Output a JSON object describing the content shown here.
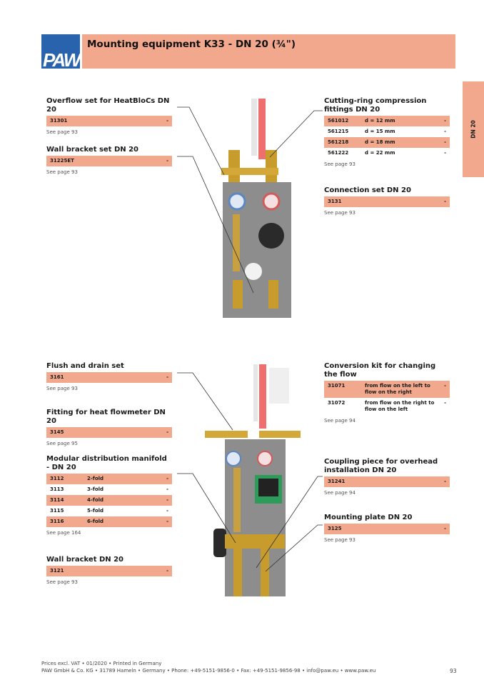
{
  "header": {
    "logo_text": "PAW",
    "title": "Mounting equipment K33 - DN 20 (¾\")",
    "side_tab": "DN 20"
  },
  "colors": {
    "accent": "#f2a88d",
    "logo_blue": "#2a63ad"
  },
  "sections": {
    "overflow": {
      "title": "Overflow set for HeatBloCs DN 20",
      "rows": [
        {
          "code": "31301",
          "desc": "",
          "price": "-"
        }
      ],
      "see": "See page 93"
    },
    "wall_bracket_set": {
      "title": "Wall bracket set DN 20",
      "rows": [
        {
          "code": "31225ET",
          "desc": "",
          "price": "-"
        }
      ],
      "see": "See page 93"
    },
    "cutting_ring": {
      "title": "Cutting-ring compression fittings DN 20",
      "rows": [
        {
          "code": "561012",
          "desc": "d = 12 mm",
          "price": "-"
        },
        {
          "code": "561215",
          "desc": "d = 15 mm",
          "price": "-"
        },
        {
          "code": "561218",
          "desc": "d = 18 mm",
          "price": "-"
        },
        {
          "code": "561222",
          "desc": "d = 22 mm",
          "price": "-"
        }
      ],
      "see": "See page 93"
    },
    "connection_set": {
      "title": "Connection set DN 20",
      "rows": [
        {
          "code": "3131",
          "desc": "",
          "price": "-"
        }
      ],
      "see": "See page 93"
    },
    "flush_drain": {
      "title": "Flush and drain set",
      "rows": [
        {
          "code": "3161",
          "desc": "",
          "price": "-"
        }
      ],
      "see": "See page 93"
    },
    "flowmeter": {
      "title": "Fitting for heat flowmeter DN 20",
      "rows": [
        {
          "code": "3145",
          "desc": "",
          "price": "-"
        }
      ],
      "see": "See page 95"
    },
    "manifold": {
      "title": "Modular distribution manifold - DN 20",
      "rows": [
        {
          "code": "3112",
          "desc": "2-fold",
          "price": "-"
        },
        {
          "code": "3113",
          "desc": "3-fold",
          "price": "-"
        },
        {
          "code": "3114",
          "desc": "4-fold",
          "price": "-"
        },
        {
          "code": "3115",
          "desc": "5-fold",
          "price": "-"
        },
        {
          "code": "3116",
          "desc": "6-fold",
          "price": "-"
        }
      ],
      "see": "See page 164"
    },
    "wall_bracket": {
      "title": "Wall bracket DN 20",
      "rows": [
        {
          "code": "3121",
          "desc": "",
          "price": "-"
        }
      ],
      "see": "See page 93"
    },
    "conversion": {
      "title": "Conversion kit for changing the flow",
      "rows": [
        {
          "code": "31071",
          "desc": "from flow on the left to flow on the right",
          "price": "-"
        },
        {
          "code": "31072",
          "desc": "from flow on the right to flow on the left",
          "price": "-"
        }
      ],
      "see": "See page 94"
    },
    "coupling": {
      "title": "Coupling piece for overhead installation DN 20",
      "rows": [
        {
          "code": "31241",
          "desc": "",
          "price": "-"
        }
      ],
      "see": "See page 94"
    },
    "mounting_plate": {
      "title": "Mounting plate DN 20",
      "rows": [
        {
          "code": "3125",
          "desc": "",
          "price": "-"
        }
      ],
      "see": "See page 93"
    }
  },
  "footer": {
    "line1": "Prices excl. VAT  • 01/2020 • Printed in Germany",
    "line2": "PAW GmbH & Co. KG • 31789 Hameln • Germany • Phone: +49-5151-9856-0 • Fax: +49-5151-9856-98 • info@paw.eu • www.paw.eu",
    "page_number": "93"
  }
}
